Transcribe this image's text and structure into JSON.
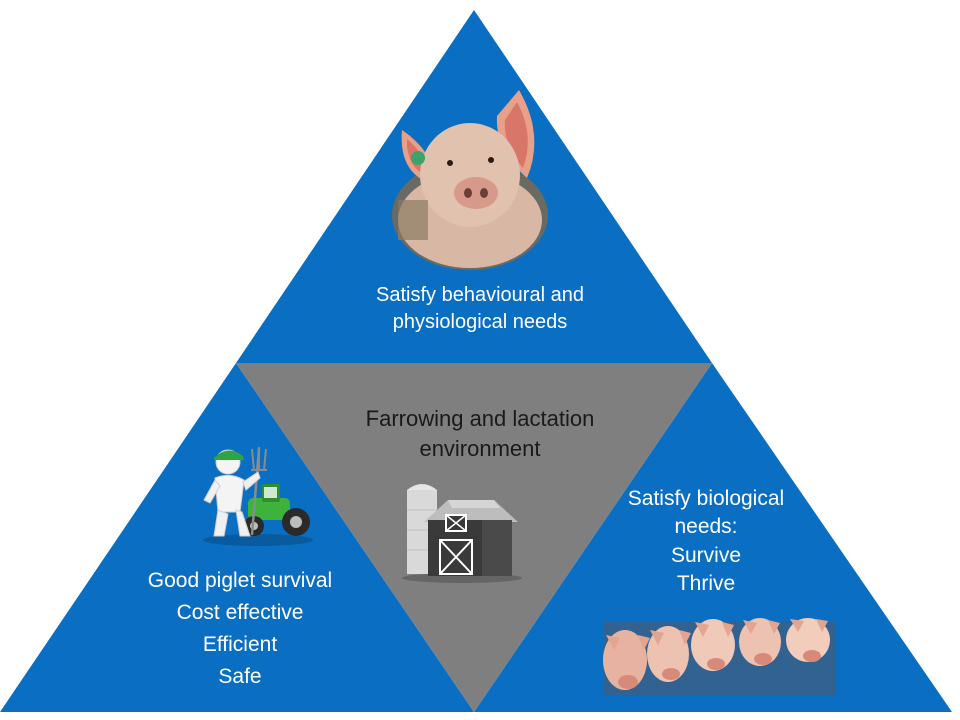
{
  "colors": {
    "triangle_blue": "#0a6fc2",
    "center_gray": "#7f7f7f"
  },
  "top_section": {
    "lines": [
      "Satisfy behavioural  and",
      "physiological needs"
    ],
    "image": "pig-photo"
  },
  "center_section": {
    "lines": [
      "Farrowing and lactation",
      "environment"
    ],
    "icon": "barn-icon"
  },
  "left_section": {
    "lines": [
      "Good piglet survival",
      "Cost effective",
      "Efficient",
      "Safe"
    ],
    "icon": "farmer-tractor-icon"
  },
  "right_section": {
    "lines": [
      "Satisfy biological",
      "needs:",
      "Survive",
      "Thrive"
    ],
    "image": "piglets-photo"
  }
}
